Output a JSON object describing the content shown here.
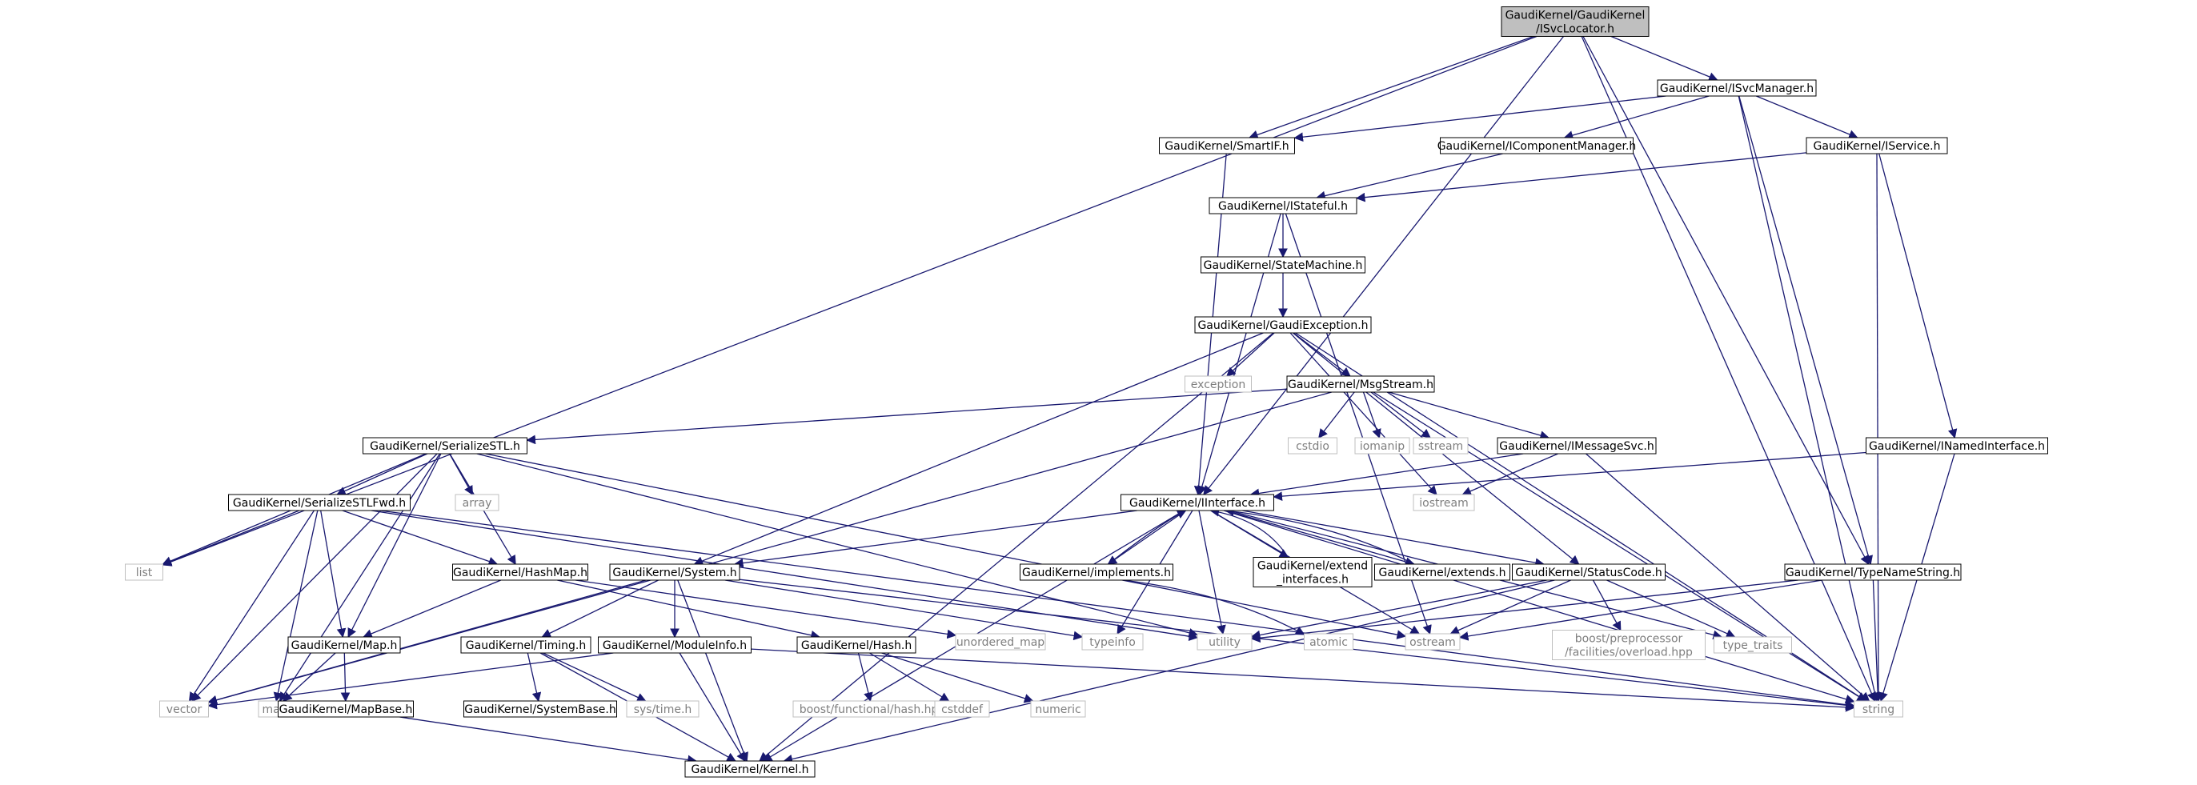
{
  "graph": {
    "colors": {
      "edge": "#191970",
      "local_border": "#000000",
      "external_border": "#bfbfbf",
      "external_text": "#7f7f7f",
      "root_fill": "#bfbfbf",
      "background": "#ffffff"
    },
    "nodes": [
      {
        "id": "root",
        "label": [
          "GaudiKernel/GaudiKernel",
          "/ISvcLocator.h"
        ],
        "kind": "root"
      },
      {
        "id": "isvcmanager",
        "label": [
          "GaudiKernel/ISvcManager.h"
        ],
        "kind": "local"
      },
      {
        "id": "smartif",
        "label": [
          "GaudiKernel/SmartIF.h"
        ],
        "kind": "local"
      },
      {
        "id": "icomponentmanager",
        "label": [
          "GaudiKernel/IComponentManager.h"
        ],
        "kind": "local"
      },
      {
        "id": "iservice",
        "label": [
          "GaudiKernel/IService.h"
        ],
        "kind": "local"
      },
      {
        "id": "istateful",
        "label": [
          "GaudiKernel/IStateful.h"
        ],
        "kind": "local"
      },
      {
        "id": "statemachine",
        "label": [
          "GaudiKernel/StateMachine.h"
        ],
        "kind": "local"
      },
      {
        "id": "gaudiexception",
        "label": [
          "GaudiKernel/GaudiException.h"
        ],
        "kind": "local"
      },
      {
        "id": "exception",
        "label": [
          "exception"
        ],
        "kind": "external"
      },
      {
        "id": "msgstream",
        "label": [
          "GaudiKernel/MsgStream.h"
        ],
        "kind": "local"
      },
      {
        "id": "cstdio",
        "label": [
          "cstdio"
        ],
        "kind": "external"
      },
      {
        "id": "iomanip",
        "label": [
          "iomanip"
        ],
        "kind": "external"
      },
      {
        "id": "sstream",
        "label": [
          "sstream"
        ],
        "kind": "external"
      },
      {
        "id": "imessagesvc",
        "label": [
          "GaudiKernel/IMessageSvc.h"
        ],
        "kind": "local"
      },
      {
        "id": "inamedinterface",
        "label": [
          "GaudiKernel/INamedInterface.h"
        ],
        "kind": "local"
      },
      {
        "id": "serializestl",
        "label": [
          "GaudiKernel/SerializeSTL.h"
        ],
        "kind": "local"
      },
      {
        "id": "array",
        "label": [
          "array"
        ],
        "kind": "external"
      },
      {
        "id": "iinterface",
        "label": [
          "GaudiKernel/IInterface.h"
        ],
        "kind": "local"
      },
      {
        "id": "iostream",
        "label": [
          "iostream"
        ],
        "kind": "external"
      },
      {
        "id": "serializestlfwd",
        "label": [
          "GaudiKernel/SerializeSTLFwd.h"
        ],
        "kind": "local"
      },
      {
        "id": "list",
        "label": [
          "list"
        ],
        "kind": "external"
      },
      {
        "id": "hashmap",
        "label": [
          "GaudiKernel/HashMap.h"
        ],
        "kind": "local"
      },
      {
        "id": "system",
        "label": [
          "GaudiKernel/System.h"
        ],
        "kind": "local"
      },
      {
        "id": "implements",
        "label": [
          "GaudiKernel/implements.h"
        ],
        "kind": "local"
      },
      {
        "id": "extend_interfaces",
        "label": [
          "GaudiKernel/extend",
          "_interfaces.h"
        ],
        "kind": "local"
      },
      {
        "id": "extends",
        "label": [
          "GaudiKernel/extends.h"
        ],
        "kind": "local"
      },
      {
        "id": "statuscode",
        "label": [
          "GaudiKernel/StatusCode.h"
        ],
        "kind": "local"
      },
      {
        "id": "typenamestring",
        "label": [
          "GaudiKernel/TypeNameString.h"
        ],
        "kind": "local"
      },
      {
        "id": "map_h",
        "label": [
          "GaudiKernel/Map.h"
        ],
        "kind": "local"
      },
      {
        "id": "timing",
        "label": [
          "GaudiKernel/Timing.h"
        ],
        "kind": "local"
      },
      {
        "id": "moduleinfo",
        "label": [
          "GaudiKernel/ModuleInfo.h"
        ],
        "kind": "local"
      },
      {
        "id": "hash",
        "label": [
          "GaudiKernel/Hash.h"
        ],
        "kind": "local"
      },
      {
        "id": "unordered_map",
        "label": [
          "unordered_map"
        ],
        "kind": "external"
      },
      {
        "id": "typeinfo",
        "label": [
          "typeinfo"
        ],
        "kind": "external"
      },
      {
        "id": "utility",
        "label": [
          "utility"
        ],
        "kind": "external"
      },
      {
        "id": "atomic",
        "label": [
          "atomic"
        ],
        "kind": "external"
      },
      {
        "id": "ostream",
        "label": [
          "ostream"
        ],
        "kind": "external"
      },
      {
        "id": "boost_overload",
        "label": [
          "boost/preprocessor",
          "/facilities/overload.hpp"
        ],
        "kind": "external"
      },
      {
        "id": "type_traits",
        "label": [
          "type_traits"
        ],
        "kind": "external"
      },
      {
        "id": "vector",
        "label": [
          "vector"
        ],
        "kind": "external"
      },
      {
        "id": "map",
        "label": [
          "map"
        ],
        "kind": "external"
      },
      {
        "id": "mapbase",
        "label": [
          "GaudiKernel/MapBase.h"
        ],
        "kind": "local"
      },
      {
        "id": "systembase",
        "label": [
          "GaudiKernel/SystemBase.h"
        ],
        "kind": "local"
      },
      {
        "id": "systime",
        "label": [
          "sys/time.h"
        ],
        "kind": "external"
      },
      {
        "id": "boost_hash",
        "label": [
          "boost/functional/hash.hpp"
        ],
        "kind": "external"
      },
      {
        "id": "cstddef",
        "label": [
          "cstddef"
        ],
        "kind": "external"
      },
      {
        "id": "numeric",
        "label": [
          "numeric"
        ],
        "kind": "external"
      },
      {
        "id": "string",
        "label": [
          "string"
        ],
        "kind": "external"
      },
      {
        "id": "kernel",
        "label": [
          "GaudiKernel/Kernel.h"
        ],
        "kind": "local"
      }
    ],
    "edges": [
      [
        "root",
        "isvcmanager"
      ],
      [
        "root",
        "smartif"
      ],
      [
        "root",
        "iinterface"
      ],
      [
        "root",
        "list"
      ],
      [
        "root",
        "string"
      ],
      [
        "root",
        "typenamestring"
      ],
      [
        "isvcmanager",
        "smartif"
      ],
      [
        "isvcmanager",
        "icomponentmanager"
      ],
      [
        "isvcmanager",
        "iservice"
      ],
      [
        "isvcmanager",
        "typenamestring"
      ],
      [
        "isvcmanager",
        "string"
      ],
      [
        "smartif",
        "iinterface"
      ],
      [
        "icomponentmanager",
        "istateful"
      ],
      [
        "iservice",
        "istateful"
      ],
      [
        "iservice",
        "inamedinterface"
      ],
      [
        "iservice",
        "string"
      ],
      [
        "istateful",
        "statemachine"
      ],
      [
        "istateful",
        "iinterface"
      ],
      [
        "istateful",
        "ostream"
      ],
      [
        "statemachine",
        "gaudiexception"
      ],
      [
        "gaudiexception",
        "exception"
      ],
      [
        "gaudiexception",
        "msgstream"
      ],
      [
        "gaudiexception",
        "system"
      ],
      [
        "gaudiexception",
        "statuscode"
      ],
      [
        "gaudiexception",
        "iostream"
      ],
      [
        "gaudiexception",
        "string"
      ],
      [
        "gaudiexception",
        "kernel"
      ],
      [
        "msgstream",
        "cstdio"
      ],
      [
        "msgstream",
        "iomanip"
      ],
      [
        "msgstream",
        "sstream"
      ],
      [
        "msgstream",
        "imessagesvc"
      ],
      [
        "msgstream",
        "serializestl"
      ],
      [
        "msgstream",
        "string"
      ],
      [
        "msgstream",
        "vector"
      ],
      [
        "imessagesvc",
        "iinterface"
      ],
      [
        "imessagesvc",
        "iostream"
      ],
      [
        "imessagesvc",
        "string"
      ],
      [
        "inamedinterface",
        "iinterface"
      ],
      [
        "inamedinterface",
        "string"
      ],
      [
        "serializestl",
        "array"
      ],
      [
        "serializestl",
        "serializestlfwd"
      ],
      [
        "serializestl",
        "hashmap"
      ],
      [
        "serializestl",
        "map_h"
      ],
      [
        "serializestl",
        "list"
      ],
      [
        "serializestl",
        "vector"
      ],
      [
        "serializestl",
        "map"
      ],
      [
        "serializestl",
        "ostream"
      ],
      [
        "serializestl",
        "utility"
      ],
      [
        "serializestlfwd",
        "list"
      ],
      [
        "serializestlfwd",
        "vector"
      ],
      [
        "serializestlfwd",
        "map"
      ],
      [
        "serializestlfwd",
        "hashmap"
      ],
      [
        "serializestlfwd",
        "map_h"
      ],
      [
        "serializestlfwd",
        "string"
      ],
      [
        "serializestlfwd",
        "utility"
      ],
      [
        "iinterface",
        "system"
      ],
      [
        "iinterface",
        "implements"
      ],
      [
        "iinterface",
        "extend_interfaces"
      ],
      [
        "iinterface",
        "extends"
      ],
      [
        "iinterface",
        "statuscode"
      ],
      [
        "iinterface",
        "kernel"
      ],
      [
        "iinterface",
        "typeinfo"
      ],
      [
        "iinterface",
        "ostream"
      ],
      [
        "iinterface",
        "type_traits"
      ],
      [
        "iinterface",
        "string"
      ],
      [
        "iinterface",
        "utility"
      ],
      [
        "implements",
        "iinterface"
      ],
      [
        "extend_interfaces",
        "iinterface"
      ],
      [
        "extends",
        "iinterface"
      ],
      [
        "implements",
        "atomic"
      ],
      [
        "hashmap",
        "map_h"
      ],
      [
        "hashmap",
        "hash"
      ],
      [
        "hashmap",
        "unordered_map"
      ],
      [
        "system",
        "timing"
      ],
      [
        "system",
        "moduleinfo"
      ],
      [
        "system",
        "kernel"
      ],
      [
        "system",
        "vector"
      ],
      [
        "system",
        "typeinfo"
      ],
      [
        "system",
        "string"
      ],
      [
        "statuscode",
        "boost_overload"
      ],
      [
        "statuscode",
        "type_traits"
      ],
      [
        "statuscode",
        "ostream"
      ],
      [
        "statuscode",
        "utility"
      ],
      [
        "statuscode",
        "kernel"
      ],
      [
        "typenamestring",
        "string"
      ],
      [
        "typenamestring",
        "ostream"
      ],
      [
        "typenamestring",
        "utility"
      ],
      [
        "map_h",
        "mapbase"
      ],
      [
        "map_h",
        "map"
      ],
      [
        "timing",
        "systembase"
      ],
      [
        "timing",
        "systime"
      ],
      [
        "timing",
        "kernel"
      ],
      [
        "moduleinfo",
        "kernel"
      ],
      [
        "moduleinfo",
        "vector"
      ],
      [
        "moduleinfo",
        "string"
      ],
      [
        "hash",
        "boost_hash"
      ],
      [
        "hash",
        "cstddef"
      ],
      [
        "hash",
        "numeric"
      ],
      [
        "mapbase",
        "kernel"
      ]
    ]
  }
}
